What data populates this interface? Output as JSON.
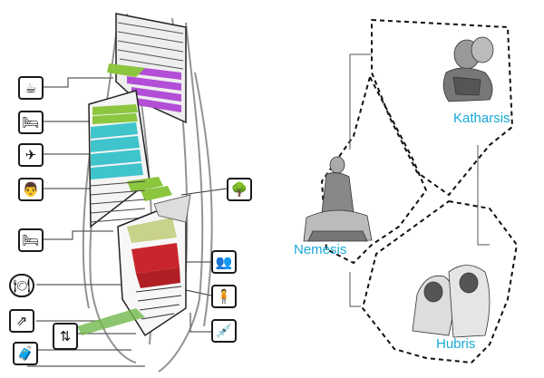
{
  "legend_icons": [
    {
      "name": "cup-icon",
      "glyph": "☕"
    },
    {
      "name": "bed-icon",
      "glyph": "🛏"
    },
    {
      "name": "plane-icon",
      "glyph": "✈"
    },
    {
      "name": "chef-icon",
      "glyph": "👨"
    },
    {
      "name": "bed-icon-2",
      "glyph": "🛏"
    },
    {
      "name": "plate-icon",
      "glyph": "🍽"
    },
    {
      "name": "escalator-icon",
      "glyph": "⇗"
    },
    {
      "name": "elevator-icon",
      "glyph": "⇅"
    },
    {
      "name": "luggage-icon",
      "glyph": "🧳"
    },
    {
      "name": "tree-icon",
      "glyph": "🌳"
    },
    {
      "name": "couple-icon",
      "glyph": "👥"
    },
    {
      "name": "crouching-figure-icon",
      "glyph": "🧍"
    },
    {
      "name": "syringe-icon",
      "glyph": "💉"
    }
  ],
  "labels": {
    "katharsis": "Katharsis",
    "nemesis": "Nemesis",
    "hubris": "Hubris"
  },
  "colors": {
    "label_blue": "#19a8d8",
    "purple": "#b24fd6",
    "teal": "#3fc4cc",
    "green": "#8cc63f",
    "red": "#c8262c",
    "olive": "#c9d28a"
  }
}
